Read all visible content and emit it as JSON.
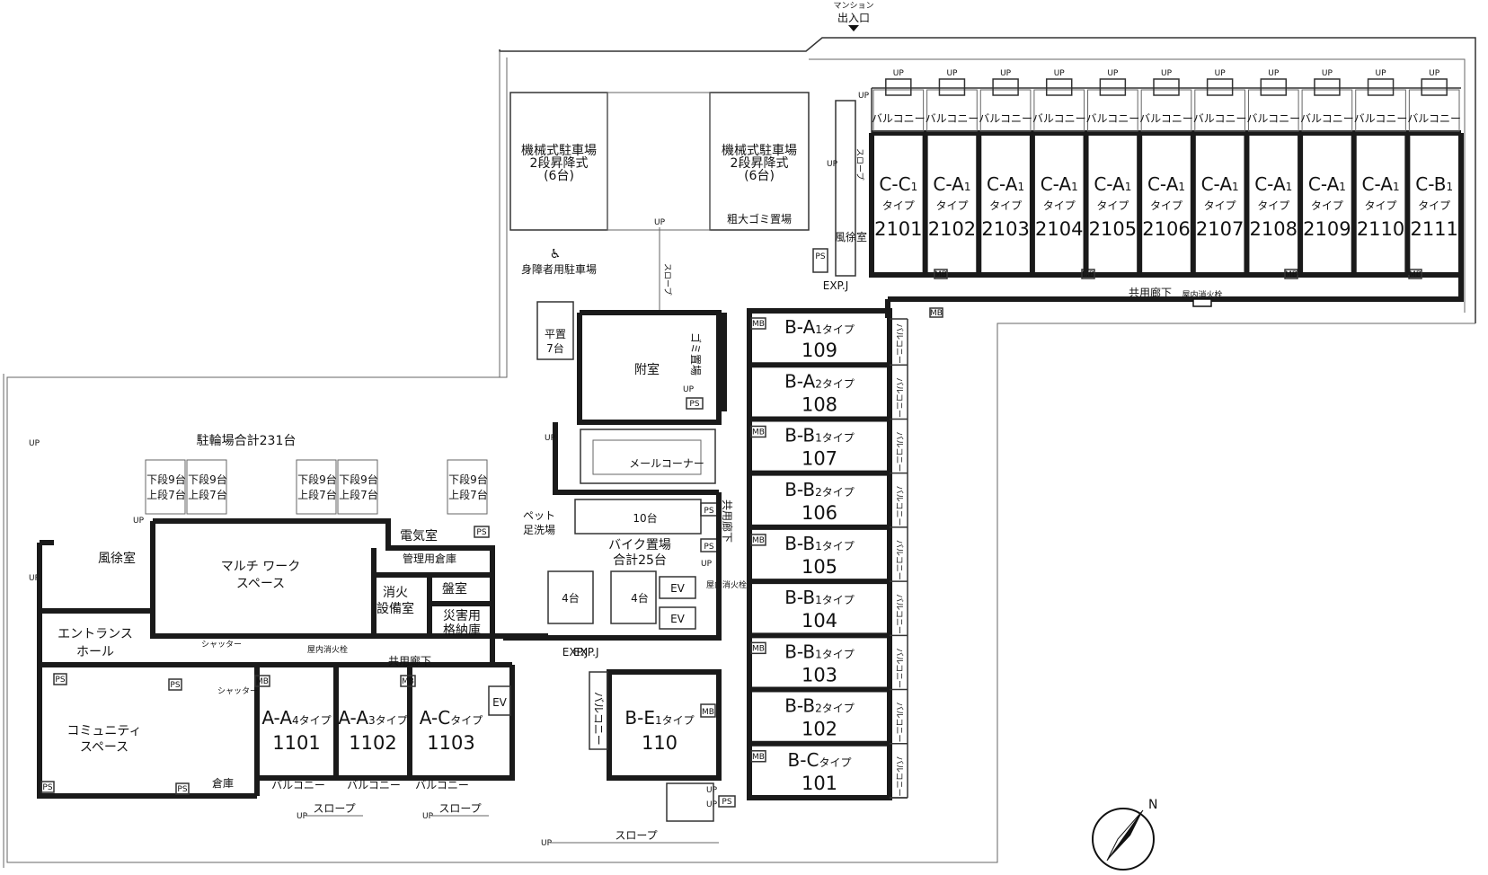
{
  "top": {
    "entrance_line1": "マンション",
    "entrance_line2": "出入口"
  },
  "parking": {
    "mech_line1": "機械式駐車場",
    "mech_line2": "2段昇降式",
    "mech_line3": "(6台)",
    "bulky_garbage": "粗大ゴミ置場",
    "disabled_parking": "身障者用駐車場",
    "flat_line1": "平置",
    "flat_line2": "7台"
  },
  "common": {
    "up": "UP",
    "slope": "スロープ",
    "windbreak": "風徐室",
    "ps": "PS",
    "mb": "MB",
    "ev": "EV",
    "expj": "EXP.J",
    "corridor": "共用廊下",
    "hydrant": "屋内消火栓",
    "balcony": "バルコニー",
    "shutter": "シャッター",
    "annex": "附室",
    "garbage": "ゴミ置場",
    "mail": "メールコーナー",
    "bike10": "10台",
    "bike_line1": "バイク置場",
    "bike_line2": "合計25台",
    "four": "4台",
    "pet_line1": "ペット",
    "pet_line2": "足洗場",
    "bicycle_total": "駐輪場合計231台",
    "rack_line1": "下段9台",
    "rack_line2": "上段7台",
    "entrance_hall_line1": "エントランス",
    "entrance_hall_line2": "ホール",
    "windbreak_main": "風徐室",
    "multiwork_line1": "マルチ ワーク",
    "multiwork_line2": "スペース",
    "electric": "電気室",
    "storage_mgmt": "管理用倉庫",
    "panel": "盤室",
    "fire_line1": "消火",
    "fire_line2": "設備室",
    "disaster_line1": "災害用",
    "disaster_line2": "格納庫",
    "community_line1": "コミュニティ",
    "community_line2": "スペース",
    "storage": "倉庫",
    "compass": "N"
  },
  "units_c": [
    {
      "type": "C-C",
      "sub": "1",
      "num": "2101"
    },
    {
      "type": "C-A",
      "sub": "1",
      "num": "2102"
    },
    {
      "type": "C-A",
      "sub": "1",
      "num": "2103"
    },
    {
      "type": "C-A",
      "sub": "1",
      "num": "2104"
    },
    {
      "type": "C-A",
      "sub": "1",
      "num": "2105"
    },
    {
      "type": "C-A",
      "sub": "1",
      "num": "2106"
    },
    {
      "type": "C-A",
      "sub": "1",
      "num": "2107"
    },
    {
      "type": "C-A",
      "sub": "1",
      "num": "2108"
    },
    {
      "type": "C-A",
      "sub": "1",
      "num": "2109"
    },
    {
      "type": "C-A",
      "sub": "1",
      "num": "2110"
    },
    {
      "type": "C-B",
      "sub": "1",
      "num": "2111"
    }
  ],
  "unit_type_word": "タイプ",
  "units_b": [
    {
      "type": "B-A",
      "sub": "1",
      "num": "109"
    },
    {
      "type": "B-A",
      "sub": "2",
      "num": "108"
    },
    {
      "type": "B-B",
      "sub": "1",
      "num": "107"
    },
    {
      "type": "B-B",
      "sub": "2",
      "num": "106"
    },
    {
      "type": "B-B",
      "sub": "1",
      "num": "105"
    },
    {
      "type": "B-B",
      "sub": "1",
      "num": "104"
    },
    {
      "type": "B-B",
      "sub": "1",
      "num": "103"
    },
    {
      "type": "B-B",
      "sub": "2",
      "num": "102"
    },
    {
      "type": "B-C",
      "sub": "",
      "num": "101"
    }
  ],
  "units_a": [
    {
      "type": "A-A",
      "sub": "4",
      "num": "1101"
    },
    {
      "type": "A-A",
      "sub": "3",
      "num": "1102"
    },
    {
      "type": "A-C",
      "sub": "",
      "num": "1103"
    }
  ],
  "unit_be": {
    "type": "B-E",
    "sub": "1",
    "num": "110"
  }
}
